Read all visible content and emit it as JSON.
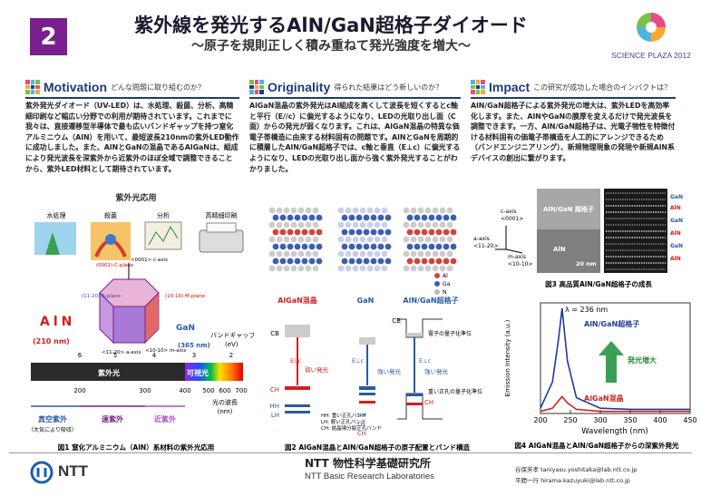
{
  "header": {
    "number": "2",
    "title": "紫外線を発光するAlN/GaN超格子ダイオード",
    "subtitle": "〜原子を規則正しく積み重ねて発光強度を増大〜",
    "logo_text": "SCIENCE PLAZA 2012"
  },
  "motivation": {
    "title": "Motivation",
    "question": "どんな問題に取り組むのか？",
    "body": "紫外発光ダイオード（UV-LED）は、水処理、殺菌、分析、高精細印刷など幅広い分野での利用が期待されています。これまでに我々は、直接遷移型半導体で最も広いバンドギャップを持つ窒化アルミニウム（AlN）を用いて、最短波長210nmの紫外LED動作に成功しました。また、AlNとGaNの混晶であるAlGaNは、組成により発光波長を深紫外から近紫外のほぼ全域で調整できることから、紫外LED材料として期待されています。"
  },
  "originality": {
    "title": "Originality",
    "question": "得られた結果はどう新しいのか？",
    "body": "AlGaN混晶の紫外発光はAl組成を高くして波長を短くするとc軸と平行（E//c）に偏光するようになり、LEDの光取り出し面（C面）からの発光が弱くなります。これは、AlGaN混晶の特異な価電子帯構造に由来する材料固有の問題です。AlNとGaNを周期的に積層したAlN/GaN超格子では、c軸と垂直（E⊥c）に偏光するようになり、LEDの光取り出し面から強く紫外発光することがわかりました。"
  },
  "impact": {
    "title": "Impact",
    "question": "この研究が成功した場合のインパクトは？",
    "body": "AlN/GaN超格子による紫外発光の増大は、紫外LEDを高効率化します。また、AlNやGaNの膜厚を変えるだけで発光波長を調整できます。一方、AlN/GaN超格子は、光電子物性を特徴付ける材料固有の価電子帯構造を人工的にアレンジできるため（バンドエンジニアリング）、新規物理現象の発現や新規AlN系デバイスの創出に繋がります。"
  },
  "fig1": {
    "heading": "紫外光応用",
    "apps": [
      "水処理",
      "殺菌",
      "分析",
      "高精細印刷"
    ],
    "aln": "AlN",
    "aln_nm": "(210 nm)",
    "gan": "GaN",
    "gan_nm": "(365 nm)",
    "bandgap": "バンドギャップ",
    "ev": "(eV)",
    "ev_ticks": [
      "6",
      "5",
      "4",
      "3",
      "2"
    ],
    "uv": "紫外光",
    "visible": "可視光",
    "nm_ticks": [
      "200",
      "300",
      "400",
      "500",
      "600",
      "700"
    ],
    "nm_label": "光の波長",
    "nm_unit": "(nm)",
    "ranges": [
      "真空紫外",
      "遠紫外",
      "近紫外"
    ],
    "range_note": "（大気により吸収）",
    "planes": [
      "(0001)\nC-plane",
      "<0001>\nc-axis",
      "(11-20)\nA-plane",
      "(10-10)\nM-plane",
      "<10-10>\nm-axis",
      "<11-20>\na-axis"
    ],
    "caption": "図1 窒化アルミニウム（AlN）系材料の紫外光応用"
  },
  "fig2": {
    "labels": [
      "AlGaN混晶",
      "GaN",
      "AlN/GaN超格子"
    ],
    "legend": [
      "Al",
      "Ga",
      "N"
    ],
    "cb": "CB",
    "ch": "CH",
    "hh": "HH",
    "lh": "LH",
    "weak": "弱い発光",
    "strong": "強い発光",
    "epar": "E//c",
    "eperp": "E⊥c",
    "eperp2": "E⊥c",
    "electron": "電子の量子化準位",
    "hole": "重い正孔の量子化準位",
    "notes": [
      "HH: 重い正孔バンド",
      "LH: 軽い正孔バンド",
      "CH: 結晶場分裂正孔バンド"
    ],
    "caption": "図2 AlGaN混晶とAlN/GaN超格子の原子配置とバンド構造"
  },
  "fig3": {
    "axes": [
      "c-axis",
      "<0001>",
      "a-axis",
      "<11-20>",
      "m-axis",
      "<10-10>"
    ],
    "img_labels": [
      "AlN/GaN\n超格子",
      "AlN"
    ],
    "scale": "20 nm",
    "layers": [
      "GaN",
      "AlN",
      "GaN",
      "AlN",
      "GaN",
      "AlN"
    ],
    "caption": "図3 高品質AlN/GaN超格子の成長"
  },
  "fig4": {
    "lambda": "λ = 236 nm",
    "series_label": "AlN/GaN超格子",
    "alloy_label": "AlGaN混晶",
    "increase": "発光増大",
    "ylabel": "Emission Intensity (a.u.)",
    "xlabel": "Wavelength (nm)",
    "xticks": [
      "200",
      "250",
      "300",
      "350",
      "400",
      "450"
    ],
    "caption": "図4 AlGaN混晶とAlN/GaN超格子からの深紫外発光"
  },
  "footer": {
    "company": "NTT",
    "lab_jp": "NTT 物性科学基礎研究所",
    "lab_en": "NTT Basic Research Laboratories",
    "contact1": "谷保芳孝 taniyasu.yoshitaka@lab.ntt.co.jp",
    "contact2": "平間一行 hirama.kazuyuki@lab.ntt.co.jp"
  },
  "chart_data": {
    "type": "line",
    "xlabel": "Wavelength (nm)",
    "ylabel": "Emission Intensity (a.u.)",
    "xlim": [
      200,
      450
    ],
    "series": [
      {
        "name": "AlN/GaN超格子",
        "x": [
          200,
          220,
          230,
          236,
          245,
          260,
          300,
          350,
          400,
          450
        ],
        "y": [
          0.05,
          0.3,
          0.7,
          1.0,
          0.5,
          0.15,
          0.05,
          0.04,
          0.04,
          0.04
        ]
      },
      {
        "name": "AlGaN混晶",
        "x": [
          200,
          220,
          230,
          236,
          245,
          260,
          300,
          350,
          400,
          450
        ],
        "y": [
          0.02,
          0.05,
          0.12,
          0.16,
          0.1,
          0.04,
          0.02,
          0.02,
          0.02,
          0.02
        ]
      }
    ]
  }
}
